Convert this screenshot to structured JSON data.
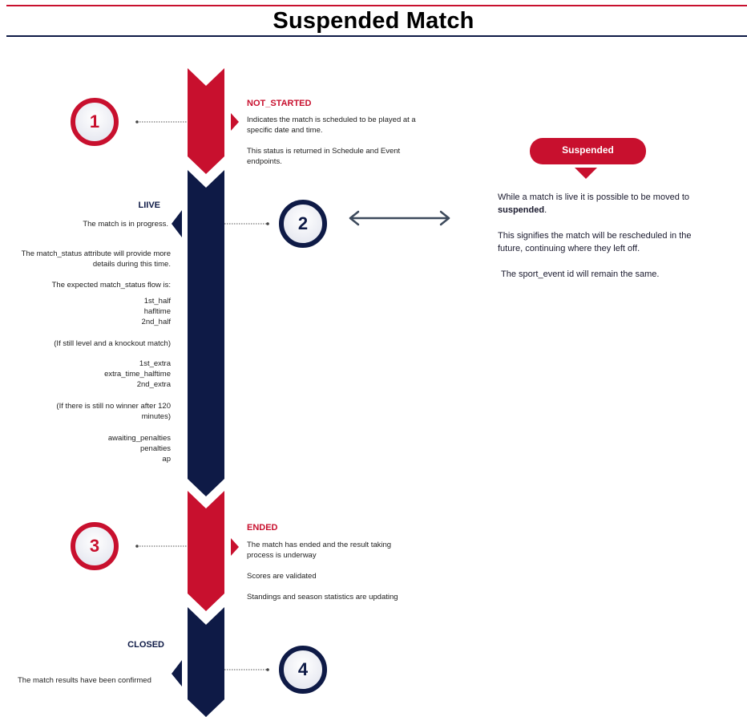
{
  "page": {
    "title": "Suspended Match"
  },
  "states": {
    "not_started": {
      "number": "1",
      "title": "NOT_STARTED",
      "lines": [
        "Indicates the match is scheduled to be played at a specific date and time.",
        "This status is returned in Schedule and Event endpoints."
      ]
    },
    "live": {
      "number": "2",
      "title": "LIIVE",
      "intro": "The match is in progress.",
      "attribute_note": "The match_status attribute will provide more details during this time.",
      "flow_intro": "The expected match_status flow is:",
      "flow_regular": [
        "1st_half",
        "hafltime",
        "2nd_half"
      ],
      "knockout_note": "(If still level and a knockout match)",
      "flow_extra": [
        "1st_extra",
        "extra_time_halftime",
        "2nd_extra"
      ],
      "winner_note": "(If there is still no winner after 120 minutes)",
      "flow_penalties": [
        "awaiting_penalties",
        "penalties",
        "ap"
      ]
    },
    "ended": {
      "number": "3",
      "title": "ENDED",
      "lines": [
        "The match has ended and the result taking process is underway",
        "Scores are validated",
        "Standings and season statistics are updating"
      ]
    },
    "closed": {
      "number": "4",
      "title": "CLOSED",
      "text": "The match results have been confirmed"
    }
  },
  "suspended": {
    "badge": "Suspended",
    "line1_prefix": "While a match is live it is possible to be moved to ",
    "line1_bold": "suspended",
    "line1_suffix": ".",
    "line2": "This signifies the match will be rescheduled in the future, continuing where they left off.",
    "line3": "The sport_event id will remain the same."
  },
  "colors": {
    "red": "#c8102e",
    "navy": "#0e1a46",
    "arrow": "#3d4a5c"
  }
}
